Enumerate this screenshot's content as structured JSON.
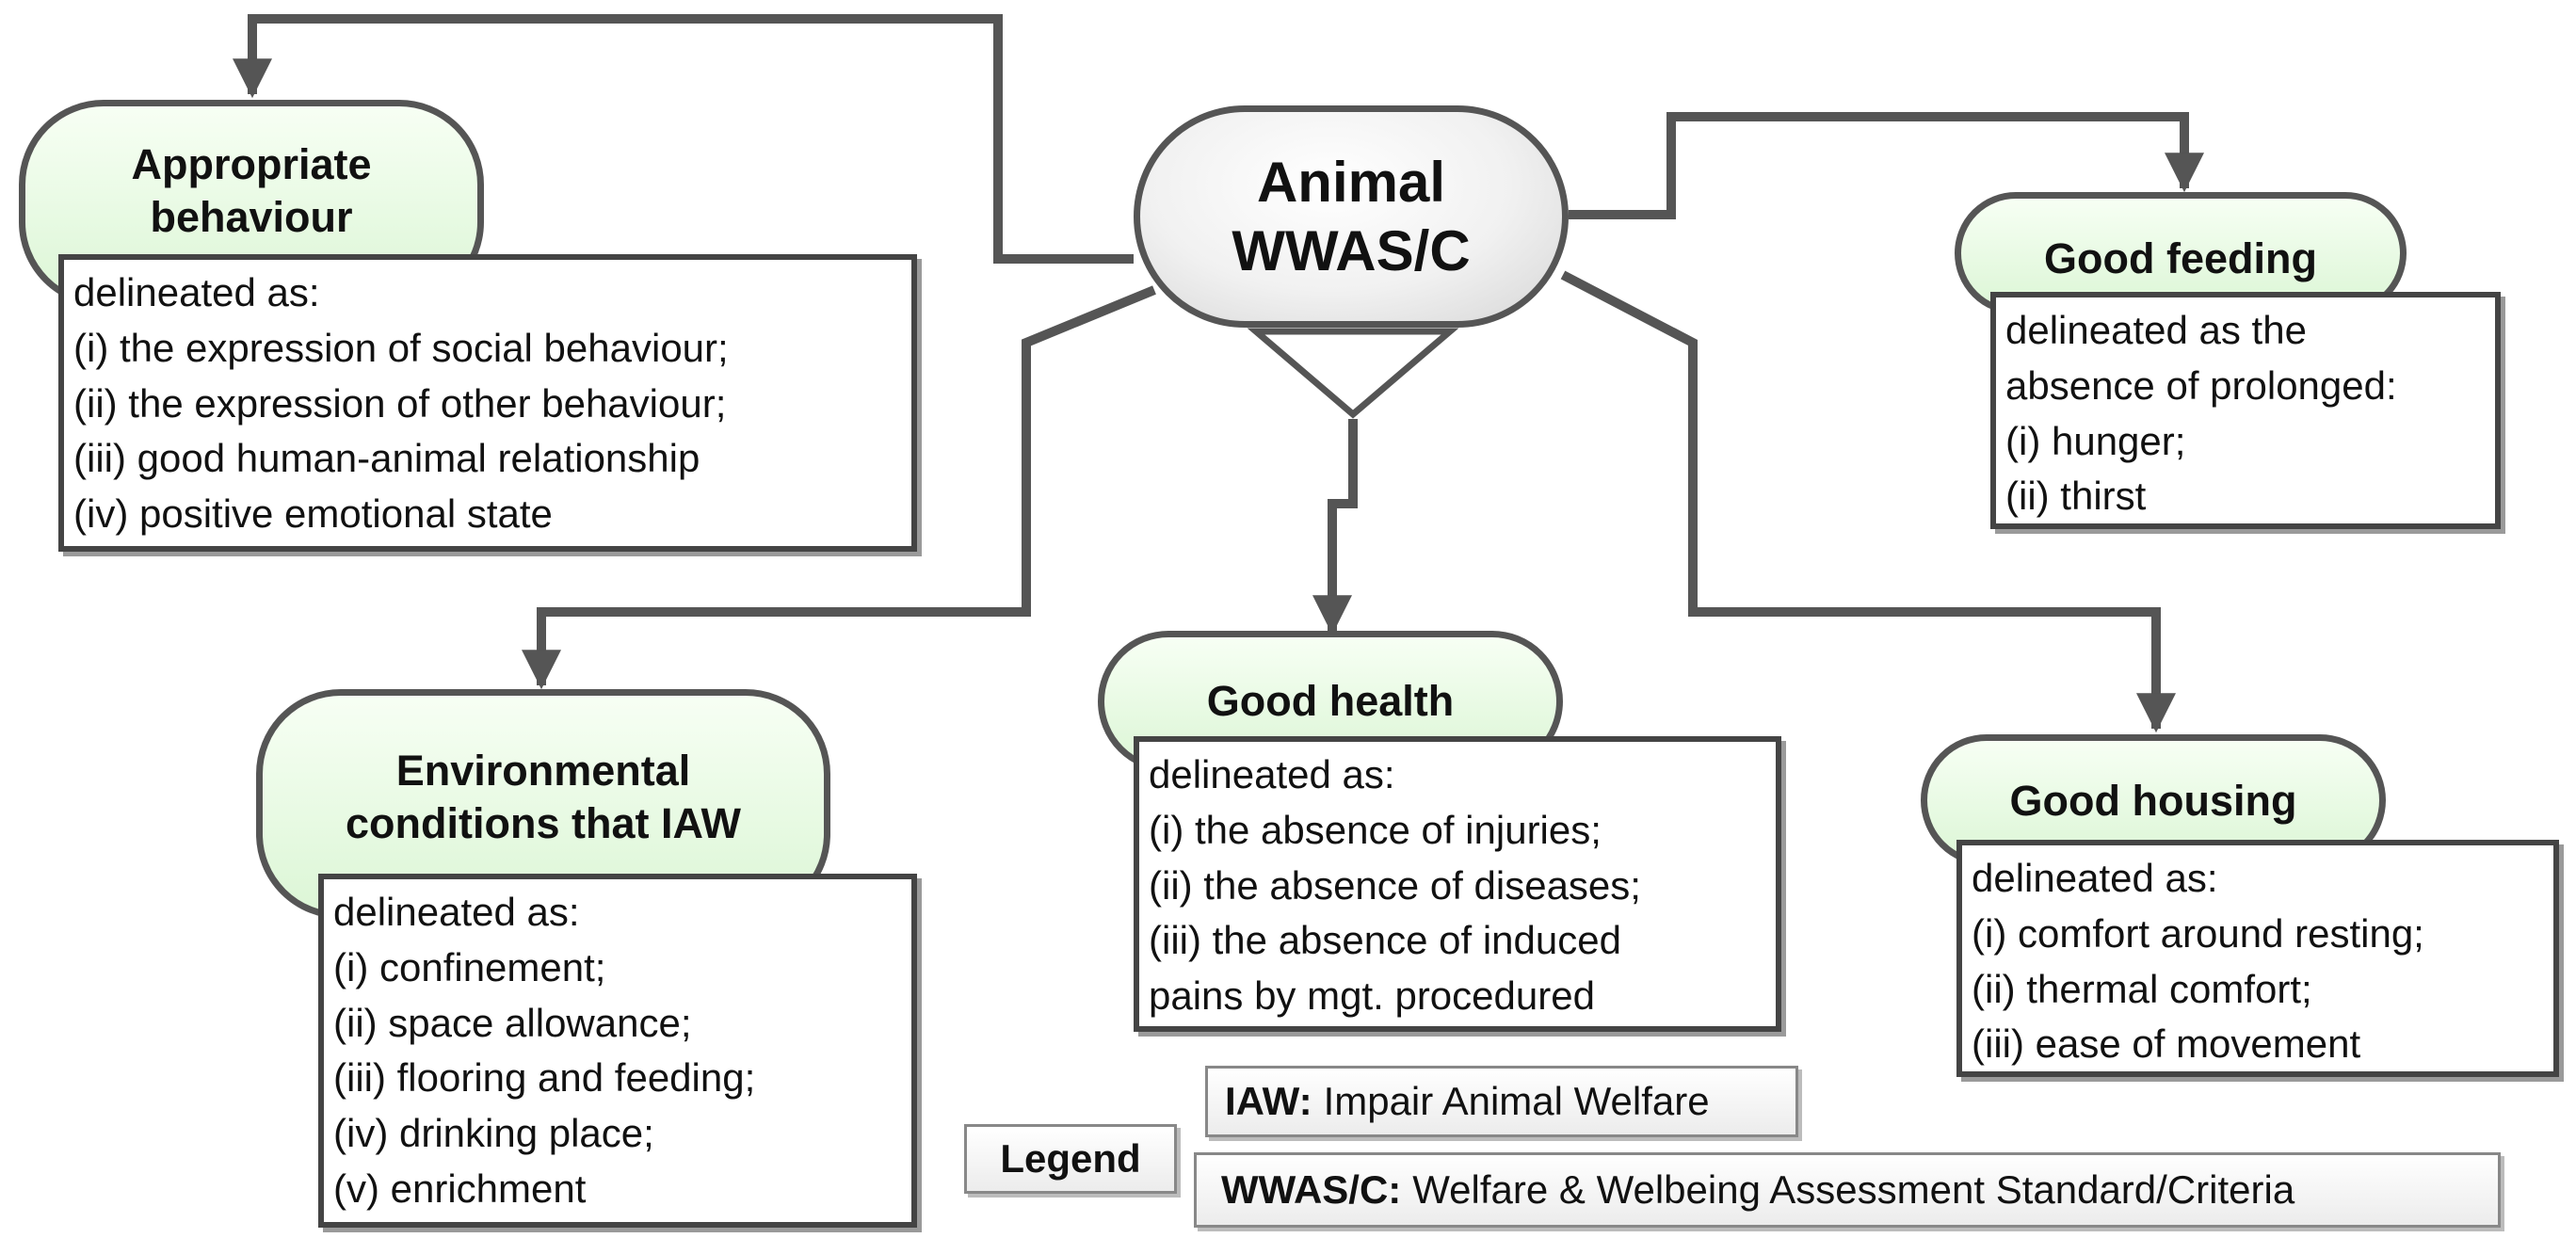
{
  "center": {
    "line1": "Animal",
    "line2": "WWAS/C"
  },
  "nodes": {
    "appropriate_behaviour": {
      "title": [
        "Appropriate",
        "behaviour"
      ],
      "lines": [
        "delineated as:",
        "(i) the expression of social behaviour;",
        "(ii) the expression of other behaviour;",
        "(iii) good human-animal relationship",
        "(iv) positive emotional state"
      ]
    },
    "good_feeding": {
      "title": [
        "Good feeding"
      ],
      "lines": [
        "delineated as the",
        "absence of prolonged:",
        "(i) hunger;",
        "(ii) thirst"
      ]
    },
    "environmental_conditions": {
      "title": [
        "Environmental",
        "conditions that IAW"
      ],
      "lines": [
        "delineated as:",
        "(i) confinement;",
        "(ii) space allowance;",
        "(iii) flooring and feeding;",
        "(iv) drinking place;",
        "(v) enrichment"
      ]
    },
    "good_health": {
      "title": [
        "Good health"
      ],
      "lines": [
        "delineated as:",
        "(i) the absence of injuries;",
        "(ii) the absence of diseases;",
        "(iii) the absence of induced",
        "pains by mgt. procedured"
      ]
    },
    "good_housing": {
      "title": [
        "Good housing"
      ],
      "lines": [
        "delineated as:",
        "(i) comfort around resting;",
        "(ii) thermal comfort;",
        "(iii) ease of movement"
      ]
    }
  },
  "legend": {
    "label": "Legend",
    "items": [
      {
        "abbr": "IAW:",
        "text": "Impair Animal Welfare"
      },
      {
        "abbr": "WWAS/C:",
        "text": "Welfare & Welbeing Assessment Standard/Criteria"
      }
    ]
  },
  "colors": {
    "line": "#555555",
    "pill_fill_top": "#f7fff4",
    "pill_fill_bottom": "#dcf6d6",
    "center_fill": "#f1f1f1"
  }
}
